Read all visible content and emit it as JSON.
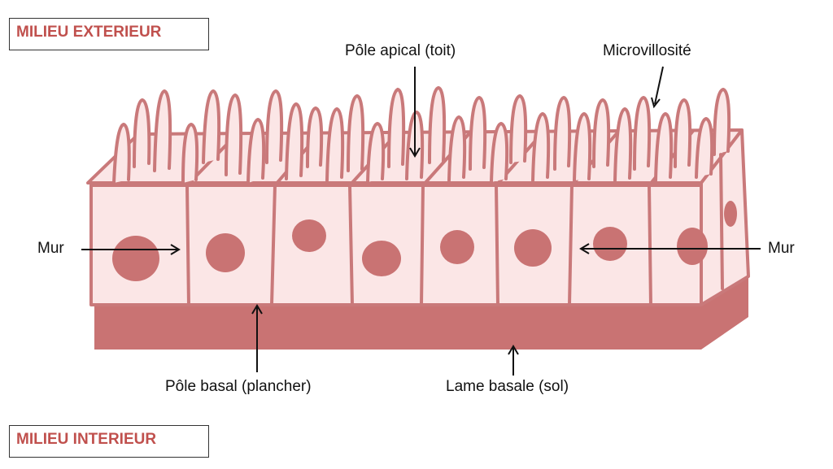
{
  "title_exterior": "MILIEU EXTERIEUR",
  "title_interior": "MILIEU INTERIEUR",
  "labels": {
    "apical": "Pôle apical (toit)",
    "microvilli": "Microvillosité",
    "wall_left": "Mur",
    "wall_right": "Mur",
    "basal": "Pôle basal (plancher)",
    "basal_lamina": "Lame basale (sol)"
  },
  "colors": {
    "cell_fill": "#fbe6e6",
    "outline": "#c9797a",
    "nucleus": "#c97373",
    "lamina": "#c97373",
    "title_text": "#c0504d"
  }
}
